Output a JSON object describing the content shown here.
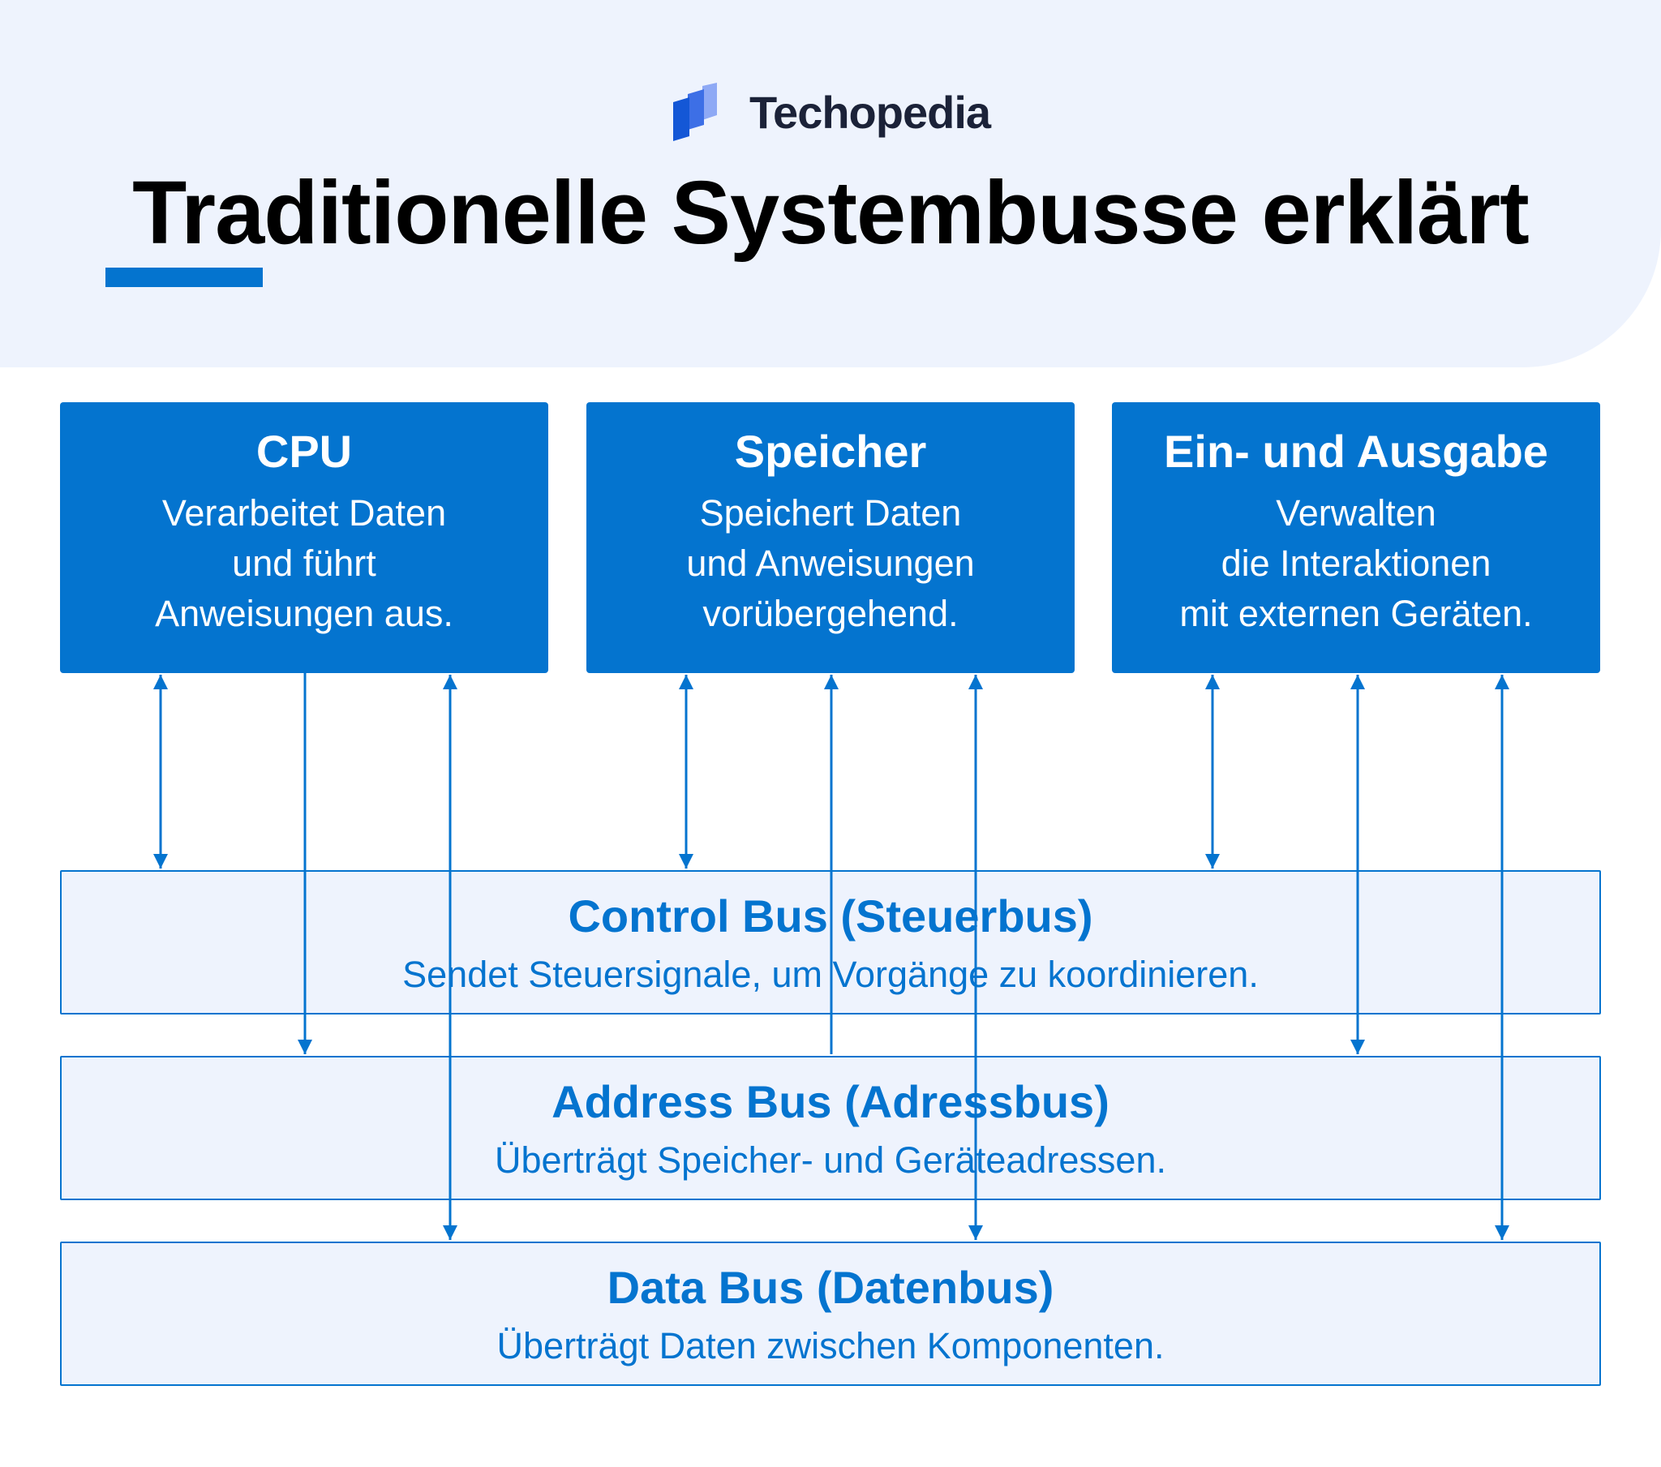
{
  "brand": {
    "name": "Techopedia",
    "icon": "techopedia-logo-icon"
  },
  "title": "Traditionelle Systembusse erklärt",
  "colors": {
    "accent": "#0474cf",
    "panel": "#eef3fd",
    "text": "#000000"
  },
  "components": [
    {
      "title": "CPU",
      "lines": [
        "Verarbeitet Daten",
        "und führt",
        "Anweisungen aus."
      ]
    },
    {
      "title": "Speicher",
      "lines": [
        "Speichert Daten",
        "und Anweisungen",
        "vorübergehend."
      ]
    },
    {
      "title": "Ein- und Ausgabe",
      "lines": [
        "Verwalten",
        "die Interaktionen",
        "mit externen Geräten."
      ]
    }
  ],
  "buses": [
    {
      "title": "Control Bus (Steuerbus)",
      "description": "Sendet Steuersignale, um Vorgänge zu koordinieren."
    },
    {
      "title": "Address Bus (Adressbus)",
      "description": "Überträgt Speicher- und Geräteadressen."
    },
    {
      "title": "Data Bus (Datenbus)",
      "description": "Überträgt Daten zwischen Komponenten."
    }
  ]
}
